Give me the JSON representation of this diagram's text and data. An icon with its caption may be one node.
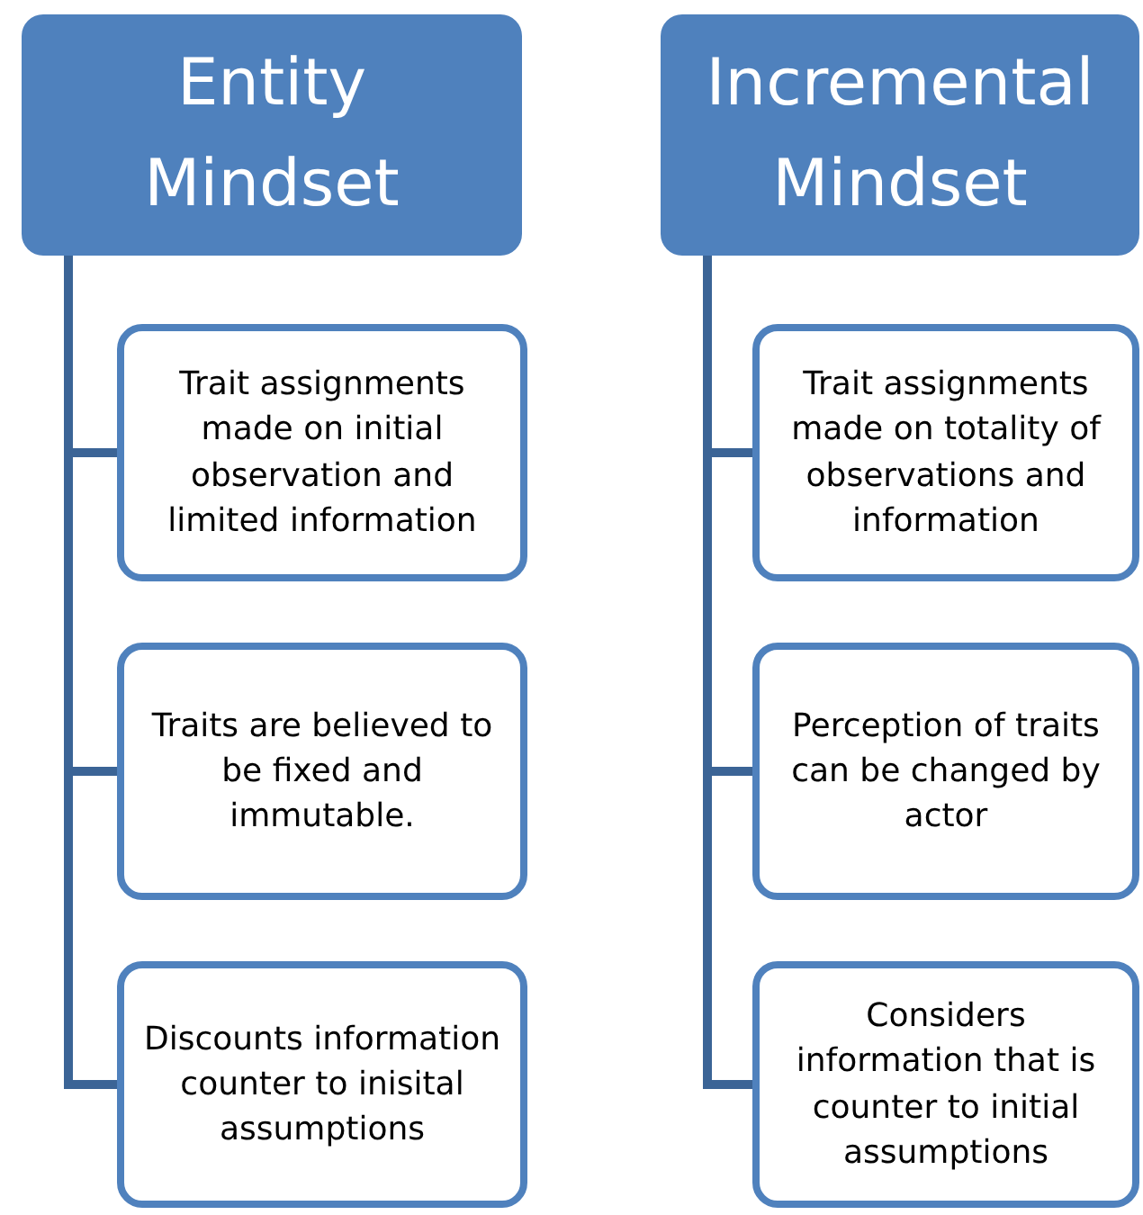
{
  "diagram": {
    "nodes": [
      {
        "text": [
          "Entity Mindset"
        ]
      },
      {
        "text": [
          "Trait assignments made on initial observation and limited information"
        ]
      },
      {
        "text": [
          "Traits are believed to be fixed and immutable."
        ]
      },
      {
        "text": [
          "Discounts information counter to inisital assumptions"
        ]
      },
      {
        "text": [
          "Incremental Mindset"
        ]
      },
      {
        "text": [
          "Trait assignments made on totality of observations and information"
        ]
      },
      {
        "text": [
          "Perception of traits can be changed by actor"
        ]
      },
      {
        "text": [
          "Considers information that is counter to initial assumptions"
        ]
      }
    ],
    "edges": [
      {
        "from": 0,
        "to": 1,
        "arrow": "none"
      },
      {
        "from": 0,
        "to": 2,
        "arrow": "none"
      },
      {
        "from": 0,
        "to": 3,
        "arrow": "none"
      },
      {
        "from": 4,
        "to": 5,
        "arrow": "none"
      },
      {
        "from": 4,
        "to": 6,
        "arrow": "none"
      },
      {
        "from": 4,
        "to": 7,
        "arrow": "none"
      }
    ]
  }
}
